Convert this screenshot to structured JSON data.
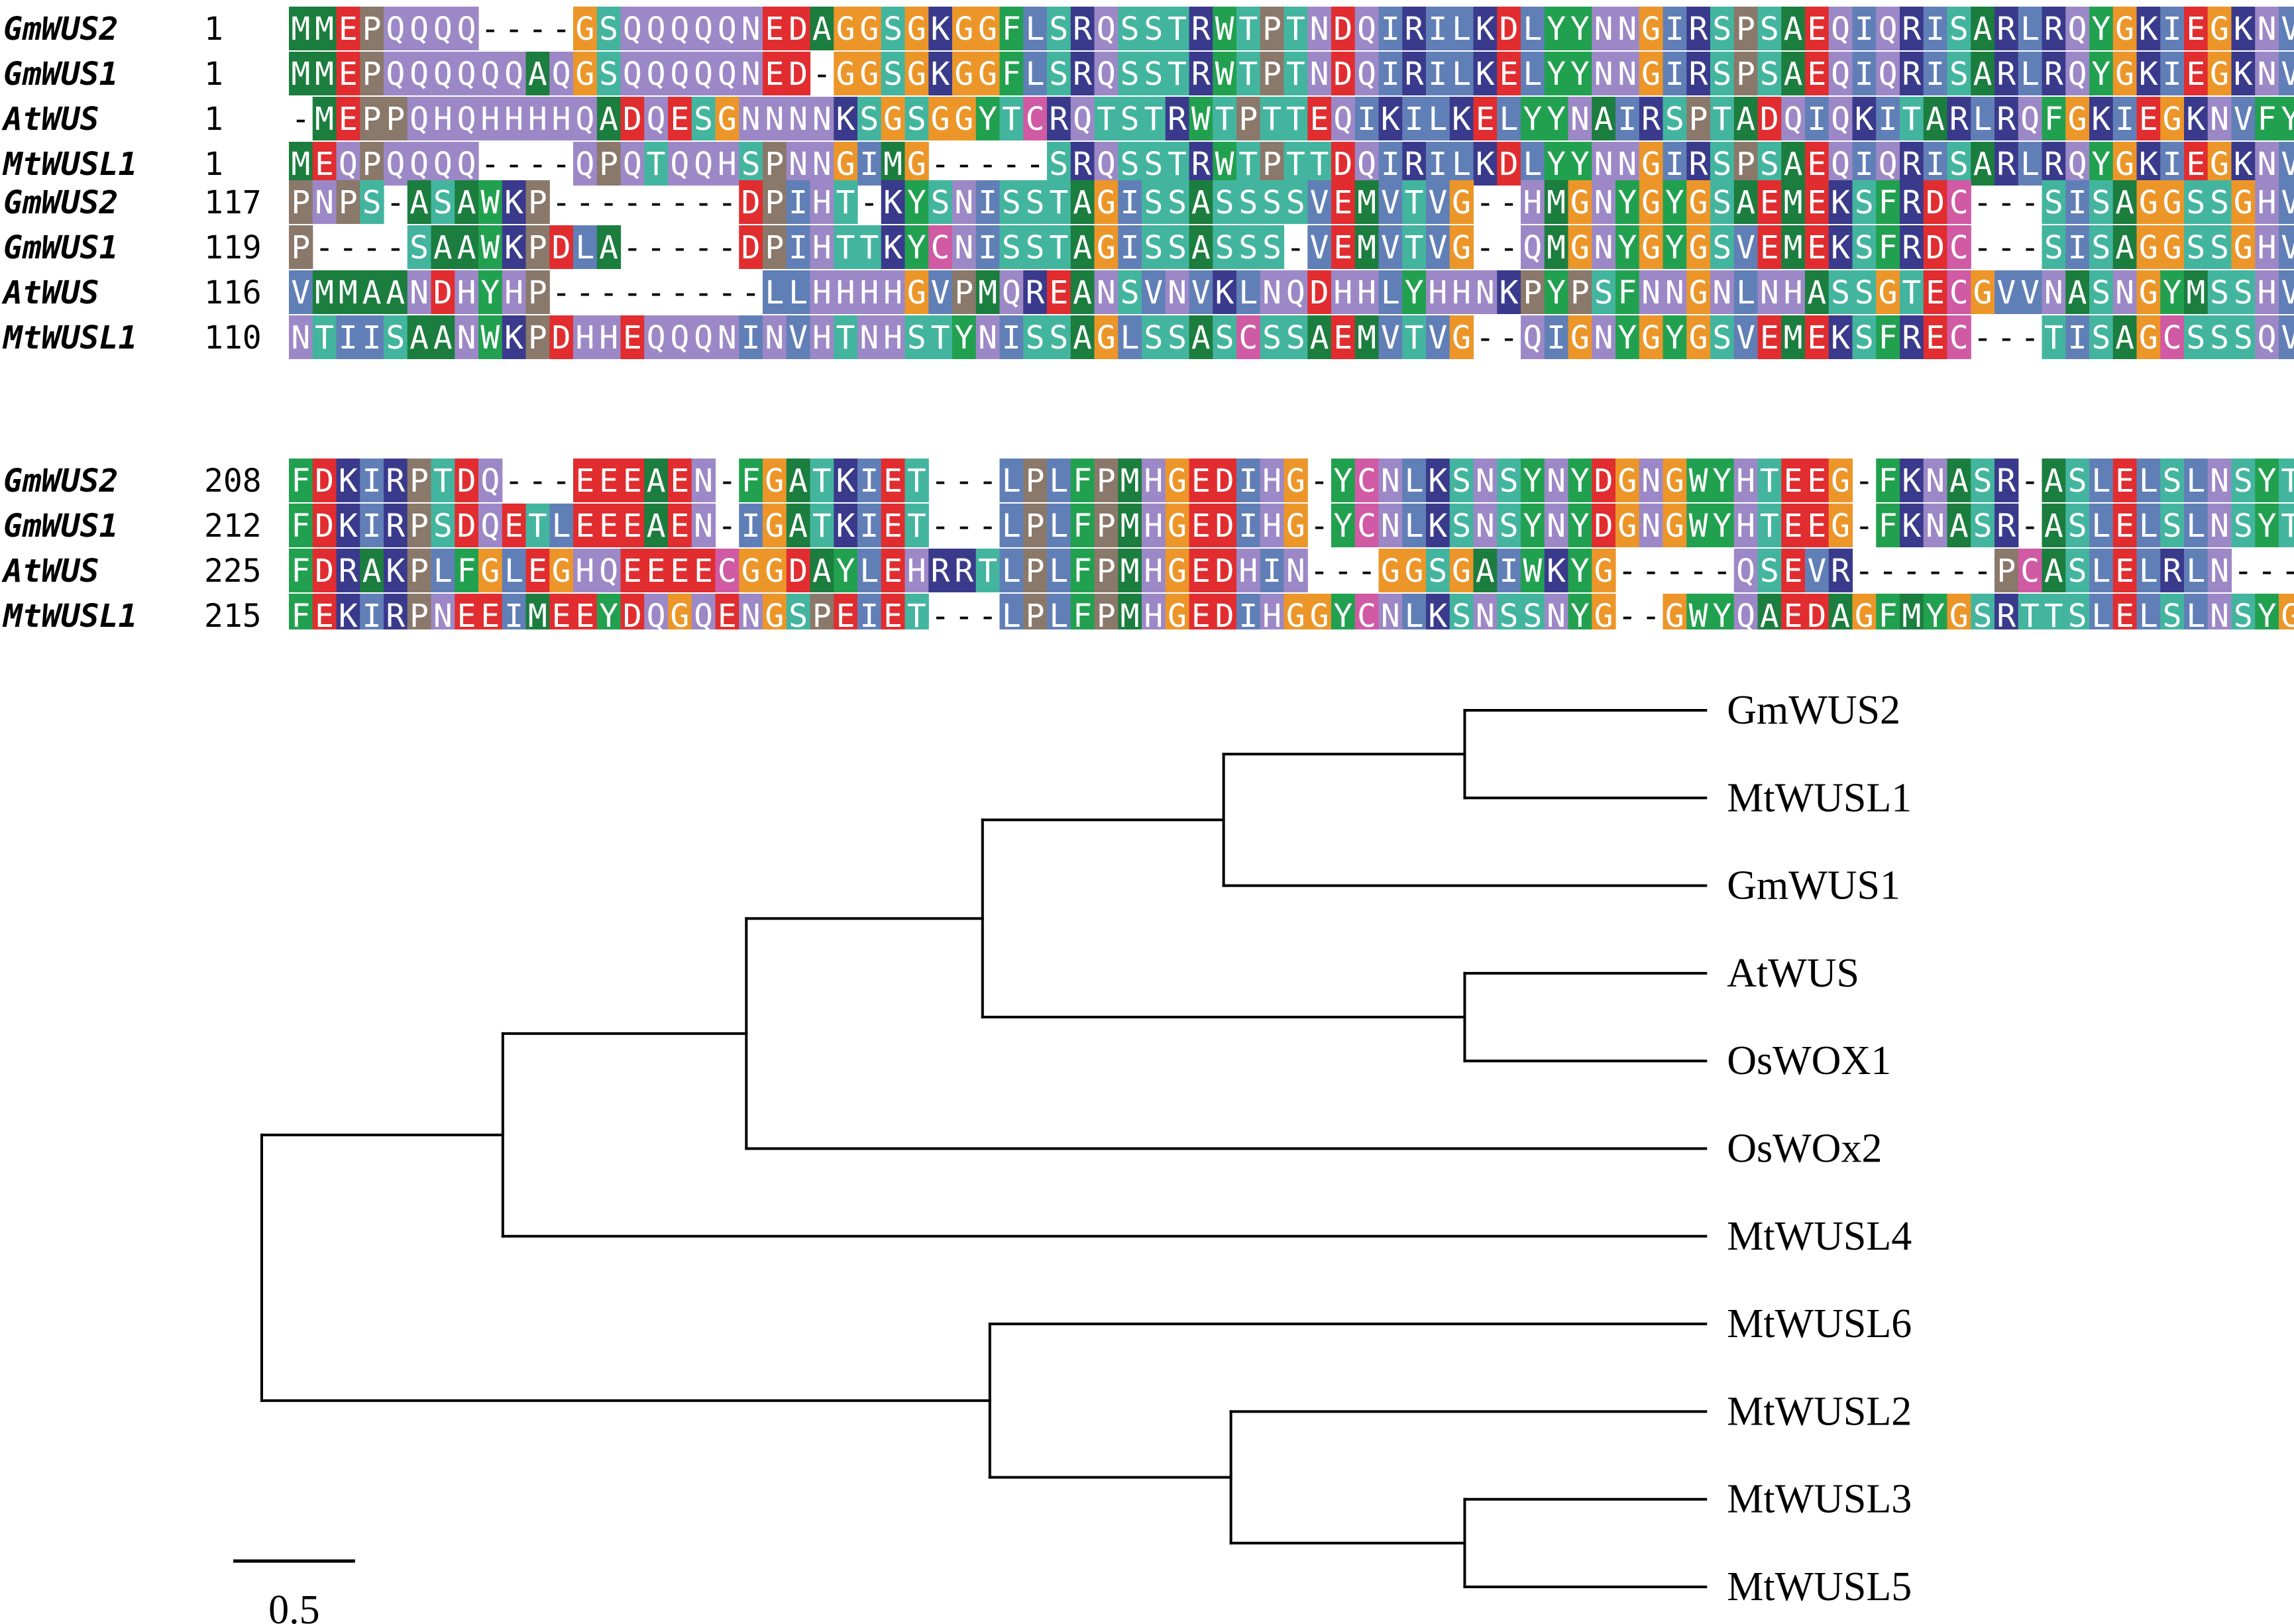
{
  "alignment": {
    "colors": {
      "G": "#ec9629",
      "P": "#8a786a",
      "S": "#43b59f",
      "T": "#43b59f",
      "N": "#9c88c6",
      "Q": "#9c88c6",
      "H": "#9c88c6",
      "E": "#e12d2f",
      "D": "#e12d2f",
      "R": "#3a3a8c",
      "K": "#3a3a8c",
      "A": "#1b7d3e",
      "M": "#1b7d3e",
      "I": "#617fb7",
      "L": "#617fb7",
      "V": "#617fb7",
      "F": "#21a14f",
      "W": "#21a14f",
      "Y": "#21a14f",
      "C": "#d05aa4"
    },
    "blocks": [
      {
        "rows": [
          {
            "name": "GmWUS2",
            "start": "1",
            "seq": "MMEPQQQQ----GSQQQQQNEDAGGSGKGGFLSRQSSTRWTPTNDQIRILKDLYYNNGIRSPSAEQIQRISARLRQYGKIEGKNVFYWF"
          },
          {
            "name": "GmWUS1",
            "start": "1",
            "seq": "MMEPQQQQQQAQGSQQQQQNED-GGSGKGGFLSRQSSTRWTPTNDQIRILKELYYNNGIRSPSAEQIQRISARLRQYGKIEGKNVFYWF"
          },
          {
            "name": "AtWUS",
            "start": "1",
            "seq": "-MEPPQHQHHHHQADQESGNNNNKSGSGGYTCRQTSTRWTPTTEQIKILKELYYNAIRSPTADQIQKITARLRQFGKIEGKNVFYWF"
          },
          {
            "name": "MtWUSL1",
            "start": "1",
            "seq": "MEQPQQQQ----QPQTQQHSPNNGIMG-----SRQSSTRWTPTTDQIRILKDLYYNNGIRSPSAEQIQRISARLRQYGKIEGKNVFYWF"
          }
        ]
      },
      {
        "rows": [
          {
            "name": "GmWUS2",
            "start": "117",
            "seq": "PNPS-ASAWKP--------DPIHT-KYSNISSTAGISSASSSSVEMVTVG--HMGNYGYGSAEMEKSFRDC---SISAGGSSGHVG--I"
          },
          {
            "name": "GmWUS1",
            "start": "119",
            "seq": "P----SAAWKPDLA-----DPIHTTKYCNISSTAGISSASSS-VEMVTVG--QMGNYGYGSVEMEKSFRDC---SISAGGSSGHVGL-I"
          },
          {
            "name": "AtWUS",
            "start": "116",
            "seq": "VMMAANDHYHP---------LLHHHHGVPMQREANSVNVKLNQDHHLYHHNKPYPSFNNGNLNHASSGTECGVVNASNGYMSSHVYGSM"
          },
          {
            "name": "MtWUSL1",
            "start": "110",
            "seq": "NTIISAANWKPDHHEQQQNINVHTNHSTYNISSAGLSSASCSSAEMVTVG--QIGNYGYGSVEMEKSFREC---TISAGCSSSQVGSTI"
          }
        ]
      },
      {
        "rows": [
          {
            "name": "GmWUS2",
            "start": "208",
            "seq": "FDKIRPTDQ---EEEAEN-FGATKIET---LPLFPMHGEDIHG-YCNLKSNSYNYDGNGWYHTEEG-FKNASR-ASLELSLNSYTRRSP"
          },
          {
            "name": "GmWUS1",
            "start": "212",
            "seq": "FDKIRPSDQETLEEEAEN-IGATKIET---LPLFPMHGEDIHG-YCNLKSNSYNYDGNGWYHTEEG-FKNASR-ASLELSLNSYTRRSP"
          },
          {
            "name": "AtWUS",
            "start": "225",
            "seq": "FDRAKPLFGLEGHQEEEECGGDAYLEHRRTLPLFPMHGEDHIN---GGSGAIWKYG-----QSEVR------PCASLELRLN-------"
          },
          {
            "name": "MtWUSL1",
            "start": "215",
            "seq": "FEKIRPNEEIMEEYDQGQENGSPEIET---LPLFPMHGEDIHGGYCNLKSNSSNYG--GWYQAEDAGFMYGSRTTSLELSLNSYGQRSP"
          }
        ]
      }
    ]
  },
  "tree": {
    "leaves": [
      "GmWUS2",
      "MtWUSL1",
      "GmWUS1",
      "AtWUS",
      "OsWOX1",
      "OsWOx2",
      "MtWUSL4",
      "MtWUSL6",
      "MtWUSL2",
      "MtWUSL3",
      "MtWUSL5"
    ],
    "newick": "((((((GmWUS2:0.99,MtWUSL1:0.99):0.99,GmWUS1:1.98):0.99,(AtWUS:0.99,OsWOX1:0.99):1.98):0.97,OsWOx2:3.94):1.0,MtWUSL4:4.94):0.99,(MtWUSL6:2.94,(MtWUSL2:1.95,(MtWUSL3:0.99,MtWUSL5:0.99):0.96):0.99):2.99);",
    "scale_value": 0.5,
    "scale_label": "0.5"
  }
}
